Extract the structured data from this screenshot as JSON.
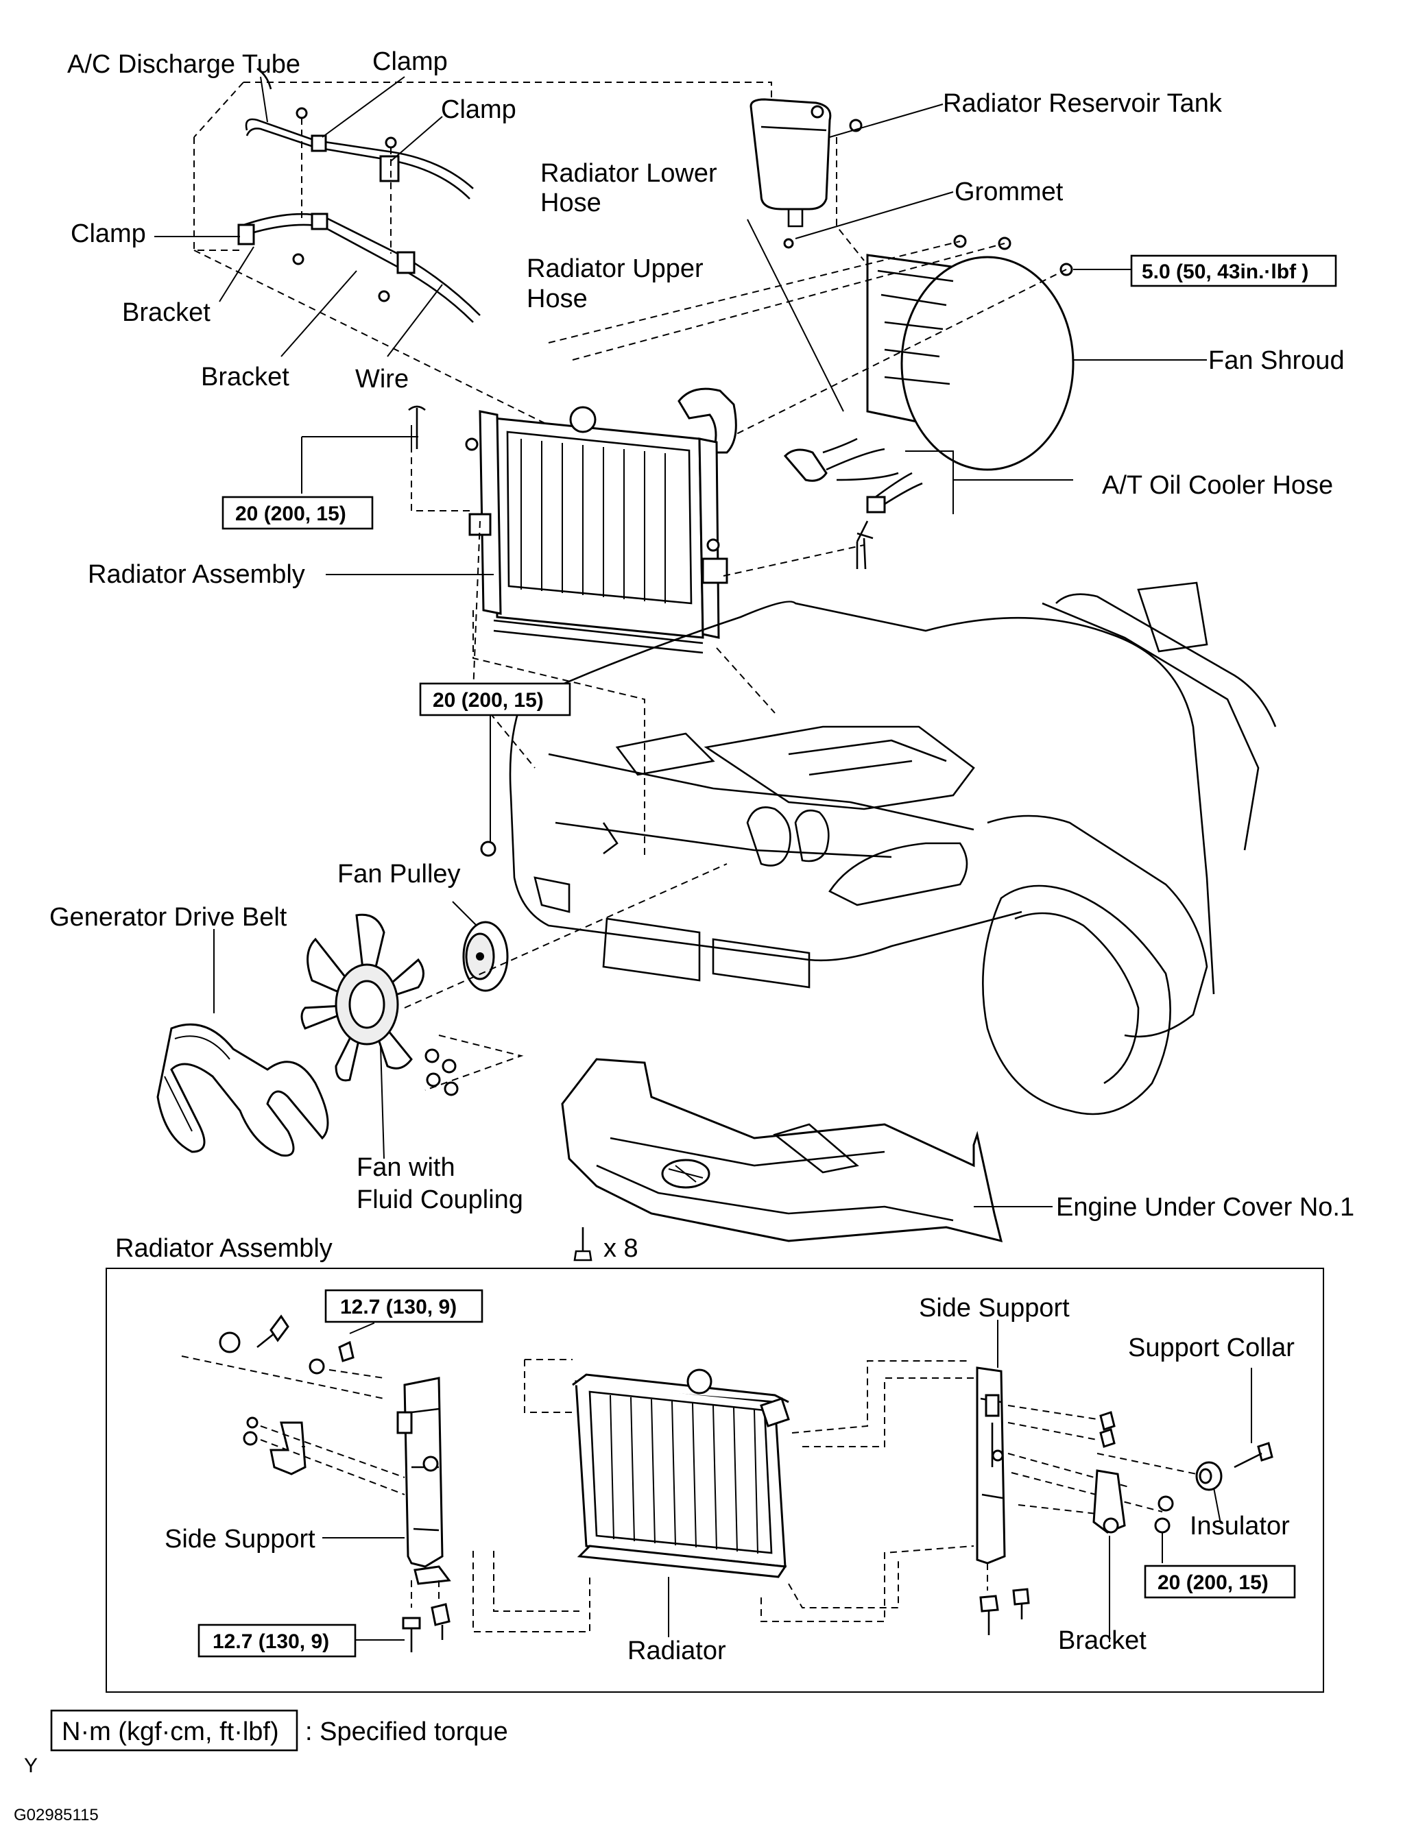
{
  "labels": {
    "ac_discharge_tube": "A/C Discharge Tube",
    "clamp_1": "Clamp",
    "clamp_2": "Clamp",
    "clamp_3": "Clamp",
    "radiator_reservoir_tank": "Radiator Reservoir Tank",
    "radiator_lower_hose_l1": "Radiator Lower",
    "radiator_lower_hose_l2": "Hose",
    "grommet": "Grommet",
    "radiator_upper_hose_l1": "Radiator Upper",
    "radiator_upper_hose_l2": "Hose",
    "bracket_1": "Bracket",
    "bracket_2": "Bracket",
    "wire": "Wire",
    "fan_shroud": "Fan Shroud",
    "at_oil_cooler_hose": "A/T Oil Cooler Hose",
    "radiator_assembly": "Radiator Assembly",
    "fan_pulley": "Fan Pulley",
    "generator_drive_belt": "Generator Drive Belt",
    "fan_with_fluid_coupling_l1": "Fan with",
    "fan_with_fluid_coupling_l2": "Fluid Coupling",
    "engine_under_cover": "Engine Under Cover No.1",
    "bolt_count": "x 8",
    "inset_title": "Radiator Assembly",
    "side_support_right": "Side Support",
    "support_collar": "Support Collar",
    "side_support_left": "Side Support",
    "insulator": "Insulator",
    "radiator": "Radiator",
    "bracket_inset": "Bracket"
  },
  "torques": {
    "fan_shroud_bolt": "5.0 (50, 43in.·lbf )",
    "upper_radiator_bolt": "20 (200, 15)",
    "lower_radiator_nut": "20 (200, 15)",
    "inset_top_left": "12.7 (130, 9)",
    "inset_bottom_left": "12.7 (130, 9)",
    "inset_right": "20 (200, 15)"
  },
  "legend": {
    "marker": "Y",
    "unit": "N·m (kgf·cm, ft·lbf)",
    "text": ": Specified torque",
    "code": "G02985115"
  }
}
